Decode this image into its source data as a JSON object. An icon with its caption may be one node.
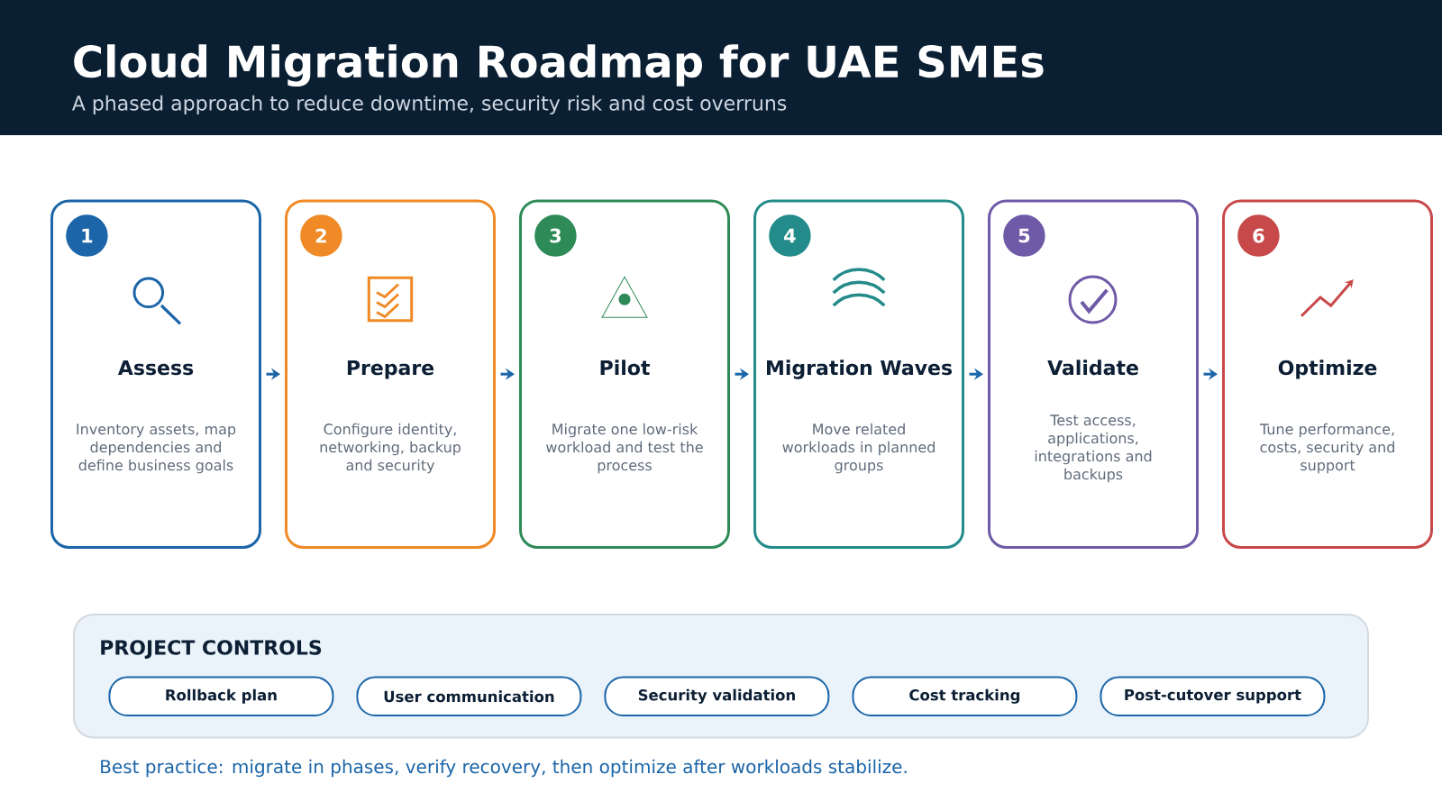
{
  "diagram": {
    "title": "Cloud Migration Roadmap for UAE SMEs",
    "nodes": [
      {
        "text": [
          "Assess",
          "Inventory assets, map dependencies and define business goals"
        ]
      },
      {
        "text": [
          "1"
        ],
        "in": 0
      },
      {
        "text": [
          "Prepare",
          "Configure identity, networking, backup and security"
        ]
      },
      {
        "text": [
          "2"
        ],
        "in": 2
      },
      {
        "text": [
          "Pilot",
          "Migrate one low-risk workload and test the process"
        ]
      },
      {
        "text": [
          "3"
        ],
        "in": 4
      },
      {
        "text": [
          "Migration Waves",
          "Move related workloads in planned groups"
        ]
      },
      {
        "text": [
          "4"
        ],
        "in": 6
      },
      {
        "text": [
          "Validate",
          "Test access, applications, integrations and backups"
        ]
      },
      {
        "text": [
          "5"
        ],
        "in": 8
      },
      {
        "text": [
          "Optimize",
          "Tune performance, costs, security and support"
        ]
      },
      {
        "text": [
          "6"
        ],
        "in": 10
      },
      {
        "text": [
          "PROJECT CONTROLS"
        ]
      },
      {
        "text": [
          "Rollback plan"
        ],
        "in": 12
      },
      {
        "text": [
          "User communication"
        ],
        "in": 12
      },
      {
        "text": [
          "Security validation"
        ],
        "in": 12
      },
      {
        "text": [
          "Cost tracking"
        ],
        "in": 12
      },
      {
        "text": [
          "Post-cutover support"
        ],
        "in": 12
      }
    ],
    "edges": [
      {
        "from": 0,
        "to": 2,
        "arrow": "to"
      },
      {
        "from": 2,
        "to": 4,
        "arrow": "to"
      },
      {
        "from": 4,
        "to": 6,
        "arrow": "to"
      },
      {
        "from": 6,
        "to": 8,
        "arrow": "to"
      },
      {
        "from": 8,
        "to": 10,
        "arrow": "to"
      }
    ],
    "labels": [
      "A phased approach to reduce downtime, security risk and cost overruns",
      "Best practice: migrate in phases, verify recovery, then optimize after workloads stabilize."
    ]
  }
}
